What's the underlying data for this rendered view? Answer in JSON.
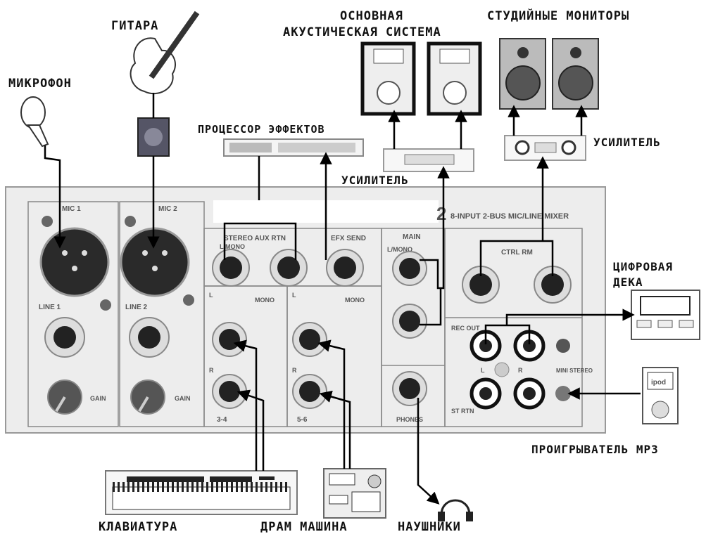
{
  "labels": {
    "guitar": "ГИТАРА",
    "microphone": "МИКРОФОН",
    "main_acoustic_line1": "ОСНОВНАЯ",
    "main_acoustic_line2": "АКУСТИЧЕСКАЯ СИСТЕМА",
    "studio_monitors": "СТУДИЙНЫЕ МОНИТОРЫ",
    "effects_processor": "ПРОЦЕССОР ЭФФЕКТОВ",
    "amplifier_left": "УСИЛИТЕЛЬ",
    "amplifier_right": "УСИЛИТЕЛЬ",
    "digital_deck_line1": "ЦИФРОВАЯ",
    "digital_deck_line2": "ДЕКА",
    "mp3_player": "ПРОИГРЫВАТЕЛЬ МРЗ",
    "keyboard": "КЛАВИАТУРА",
    "drum_machine": "ДРАМ МАШИНА",
    "headphones": "НАУШНИКИ"
  },
  "mixer": {
    "title": "8-INPUT 2-BUS MIC/LINE MIXER",
    "badge": "2",
    "mic1": "MIC 1",
    "mic2": "MIC 2",
    "line1": "LINE 1",
    "line2": "LINE 2",
    "gain": "GAIN",
    "stereo_aux_rtn": "STEREO AUX RTN",
    "l_mono": "L/MONO",
    "efx_send": "EFX SEND",
    "main": "MAIN",
    "ctrl_rm": "CTRL RM",
    "rec_out": "REC OUT",
    "st_rtn": "ST RTN",
    "mini_stereo": "MINI STEREO",
    "phones": "PHONES",
    "mono": "MONO",
    "ch34": "3-4",
    "ch56": "5-6",
    "L": "L",
    "R": "R"
  },
  "devices": {
    "ipod": "ipod"
  },
  "colors": {
    "line": "#000000",
    "panel": "#eaeaea",
    "jack": "#1a1a1a"
  }
}
